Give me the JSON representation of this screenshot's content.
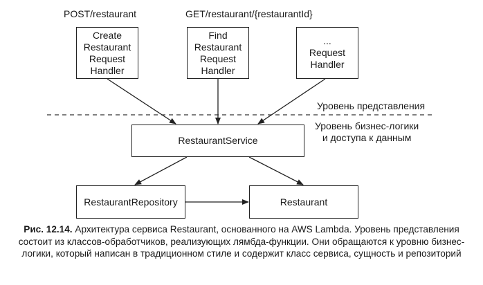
{
  "endpoints": {
    "post": "POST/restaurant",
    "get": "GET/restaurant/{restaurantId}"
  },
  "handlers": [
    {
      "label": "Create\nRestaurant\nRequest\nHandler"
    },
    {
      "label": "Find\nRestaurant\nRequest\nHandler"
    },
    {
      "label": "...\nRequest\nHandler"
    }
  ],
  "layers": {
    "presentation": "Уровень представления",
    "business": "Уровень бизнес-логики\nи доступа к данным"
  },
  "components": {
    "service": "RestaurantService",
    "repository": "RestaurantRepository",
    "entity": "Restaurant"
  },
  "caption": {
    "label": "Рис. 12.14.",
    "text": "Архитектура сервиса Restaurant, основанного на AWS Lambda. Уровень представления состоит из классов-обработчиков, реализующих лямбда-функции. Они обращаются к уровню бизнес-логики, который написан в традиционном стиле и содержит класс сервиса, сущность и репозиторий"
  }
}
